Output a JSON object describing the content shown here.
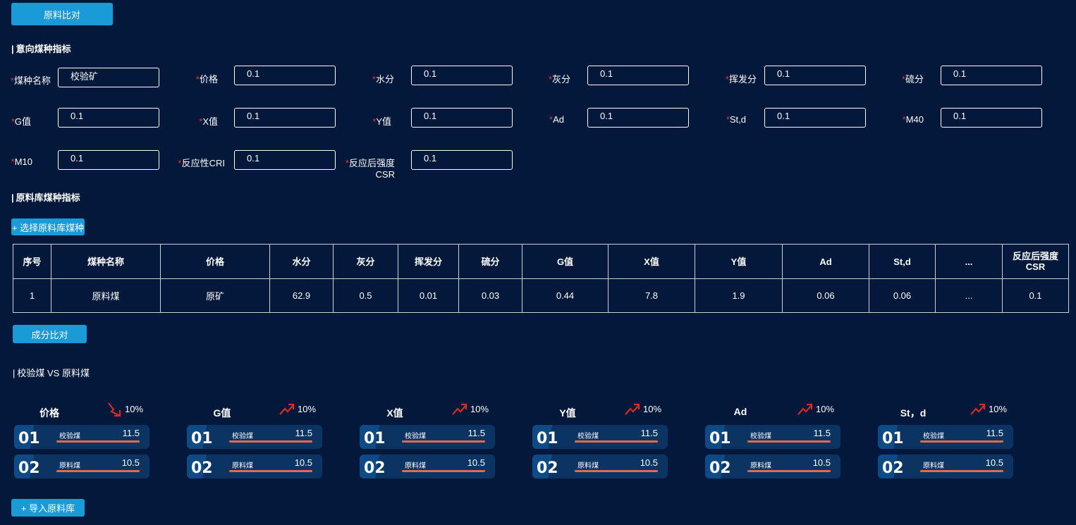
{
  "buttons": {
    "compare_raw": "原料比对",
    "select_lib": "+ 选择原料库煤种",
    "compare_comp": "成分比对",
    "import_lib": "+ 导入原料库"
  },
  "sections": {
    "intent": "意向煤种指标",
    "library": "原料库煤种指标",
    "versus": "校验煤 VS 原料煤"
  },
  "required_mark": "*",
  "fields": [
    {
      "label": "煤种名称",
      "value": "校验矿"
    },
    {
      "label": "价格",
      "value": "0.1"
    },
    {
      "label": "水分",
      "value": "0.1"
    },
    {
      "label": "灰分",
      "value": "0.1"
    },
    {
      "label": "挥发分",
      "value": "0.1"
    },
    {
      "label": "硫分",
      "value": "0.1"
    },
    {
      "label": "G值",
      "value": "0.1"
    },
    {
      "label": "X值",
      "value": "0.1"
    },
    {
      "label": "Y值",
      "value": "0.1"
    },
    {
      "label": "Ad",
      "value": "0.1"
    },
    {
      "label": "St,d",
      "value": "0.1"
    },
    {
      "label": "M40",
      "value": "0.1"
    },
    {
      "label": "M10",
      "value": "0.1"
    },
    {
      "label": "反应性CRI",
      "value": "0.1"
    },
    {
      "label": "反应后强度",
      "label2": "CSR",
      "value": "0.1"
    }
  ],
  "table": {
    "headers": [
      "序号",
      "煤种名称",
      "价格",
      "水分",
      "灰分",
      "挥发分",
      "硫分",
      "G值",
      "X值",
      "Y值",
      "Ad",
      "St,d",
      "...",
      "反应后强度",
      "CSR"
    ],
    "row": [
      "1",
      "原料煤",
      "原矿",
      "62.9",
      "0.5",
      "0.01",
      "0.03",
      "0.44",
      "7.8",
      "1.9",
      "0.06",
      "0.06",
      "...",
      "0.1"
    ]
  },
  "comparisons": [
    {
      "title": "价格",
      "trend": "down",
      "pct": "10%",
      "rows": [
        {
          "num": "01",
          "label": "校验煤",
          "value": "11.5",
          "level": 1.0
        },
        {
          "num": "02",
          "label": "原料煤",
          "value": "10.5",
          "level": 1.0
        }
      ]
    },
    {
      "title": "G值",
      "trend": "up",
      "pct": "10%",
      "rows": [
        {
          "num": "01",
          "label": "校验煤",
          "value": "11.5",
          "level": 1.0
        },
        {
          "num": "02",
          "label": "原料煤",
          "value": "10.5",
          "level": 1.0
        }
      ]
    },
    {
      "title": "X值",
      "trend": "up",
      "pct": "10%",
      "rows": [
        {
          "num": "01",
          "label": "校验煤",
          "value": "11.5",
          "level": 1.0
        },
        {
          "num": "02",
          "label": "原料煤",
          "value": "10.5",
          "level": 1.0
        }
      ]
    },
    {
      "title": "Y值",
      "trend": "up",
      "pct": "10%",
      "rows": [
        {
          "num": "01",
          "label": "校验煤",
          "value": "11.5",
          "level": 1.0
        },
        {
          "num": "02",
          "label": "原料煤",
          "value": "10.5",
          "level": 1.0
        }
      ]
    },
    {
      "title": "Ad",
      "trend": "up",
      "pct": "10%",
      "rows": [
        {
          "num": "01",
          "label": "校验煤",
          "value": "11.5",
          "level": 1.0
        },
        {
          "num": "02",
          "label": "原料煤",
          "value": "10.5",
          "level": 1.0
        }
      ]
    },
    {
      "title": "St，d",
      "trend": "up",
      "pct": "10%",
      "rows": [
        {
          "num": "01",
          "label": "校验煤",
          "value": "11.5",
          "level": 1.0
        },
        {
          "num": "02",
          "label": "原料煤",
          "value": "10.5",
          "level": 1.0
        }
      ]
    }
  ],
  "colors": {
    "background": "#03183a",
    "accent": "#1a9ad6",
    "required": "#e0393e",
    "trend": "#d62d20",
    "bar": "#e8684a"
  },
  "icons": {
    "trend_up": "trend-up-icon",
    "trend_down": "trend-down-icon"
  }
}
